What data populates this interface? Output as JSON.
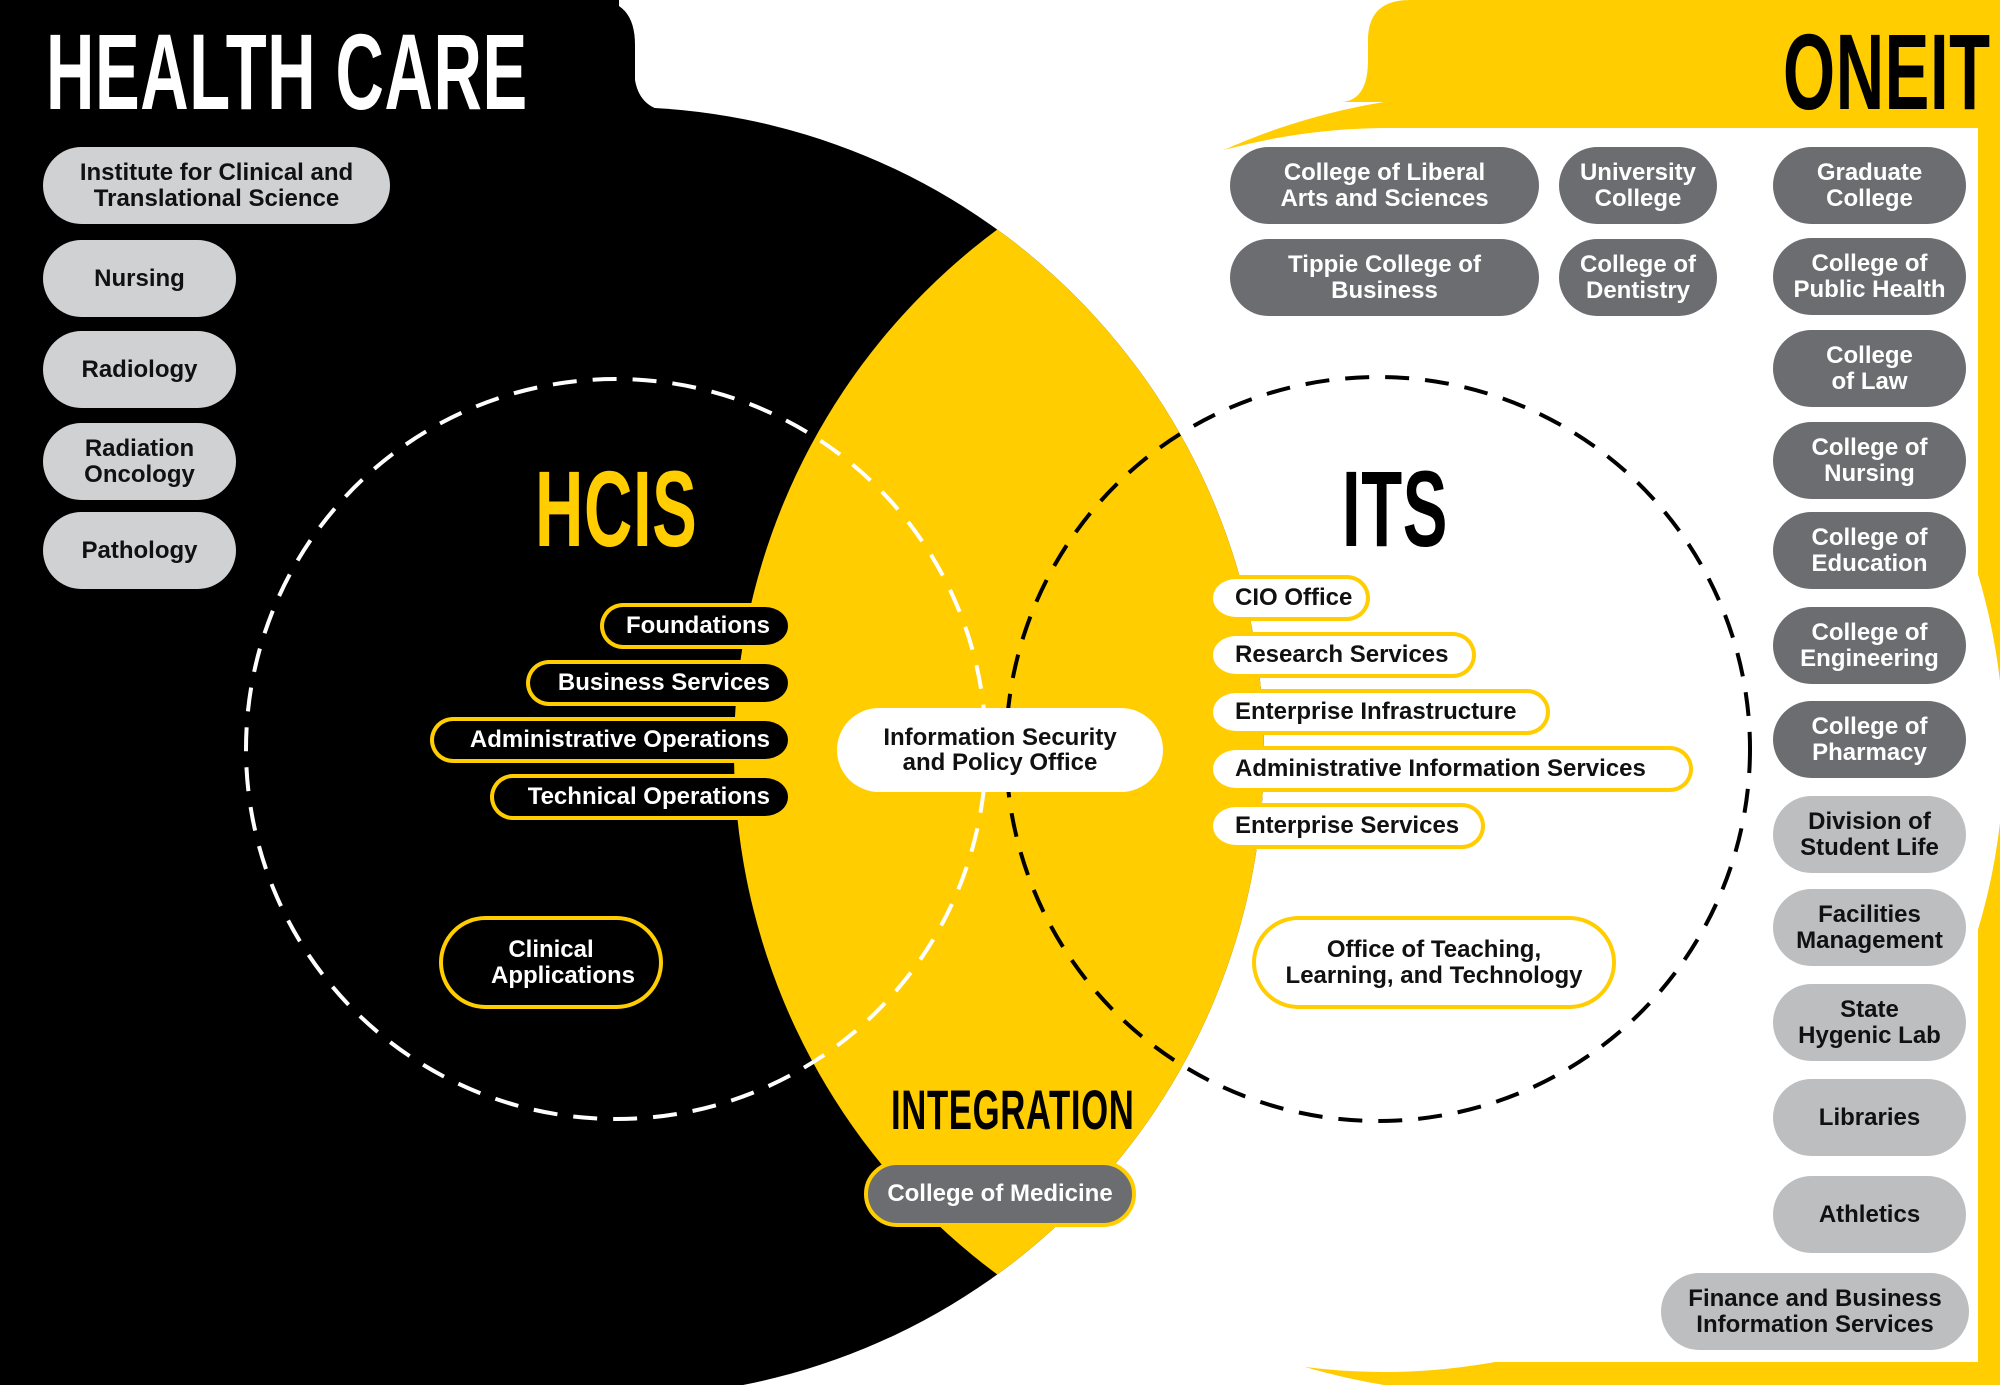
{
  "diagram": {
    "title_left": "HEALTH CARE",
    "title_right": "ONEIT",
    "circle_left_label": "HCIS",
    "circle_right_label": "ITS",
    "integration_label": "INTEGRATION",
    "colors": {
      "health_care_bg": "#000000",
      "oneit_accent": "#ffcd00",
      "integration_bg": "#ffcd00",
      "dark_gray_pill": "#6c6d70",
      "light_gray_pill": "#bdbec0",
      "health_care_pill": "#d0d1d3",
      "white": "#ffffff"
    }
  },
  "health_care": {
    "units": [
      "Institute for Clinical and Translational Science",
      "Nursing",
      "Radiology",
      "Radiation Oncology",
      "Pathology"
    ]
  },
  "hcis": {
    "groups": [
      "Foundations",
      "Business Services",
      "Administrative Operations",
      "Technical Operations"
    ],
    "clinical": "Clinical Applications"
  },
  "integration": {
    "shared_office": "Information Security and Policy Office",
    "college": "College of Medicine"
  },
  "its": {
    "groups": [
      "CIO Office",
      "Research Services",
      "Enterprise Infrastructure",
      "Administrative Information Services",
      "Enterprise Services"
    ],
    "teaching": "Office of Teaching, Learning, and Technology"
  },
  "oneit": {
    "colleges": [
      "College of Liberal Arts and Sciences",
      "University College",
      "Graduate College",
      "Tippie College of Business",
      "College of Dentistry",
      "College of Public Health",
      "College of Law",
      "College of Nursing",
      "College of Education",
      "College of Engineering",
      "College of Pharmacy"
    ],
    "units": [
      "Division of Student Life",
      "Facilities Management",
      "State Hygenic Lab",
      "Libraries",
      "Athletics",
      "Finance and Business Information Services"
    ]
  }
}
